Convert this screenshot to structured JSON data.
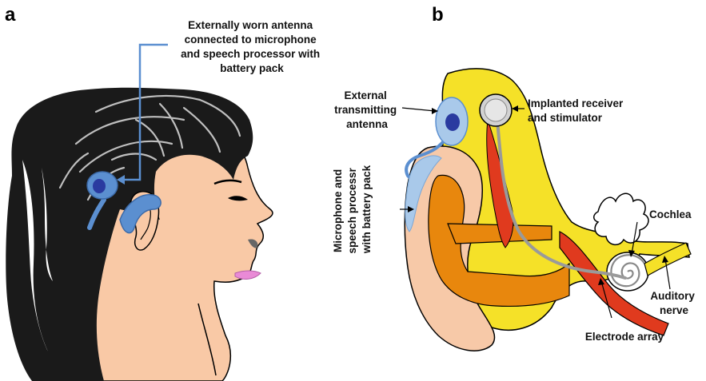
{
  "panels": {
    "a": {
      "letter": "a",
      "label_lines": [
        "Externally worn antenna",
        "connected to microphone",
        "and speech processor with",
        "battery pack"
      ]
    },
    "b": {
      "letter": "b",
      "external_antenna": [
        "External",
        "transmitting",
        "antenna"
      ],
      "receiver": [
        "Implanted receiver",
        "and stimulator"
      ],
      "microphone": [
        "Microphone and",
        "speech processr",
        "with battery pack"
      ],
      "cochlea": "Cochlea",
      "auditory_nerve": [
        "Auditory",
        "nerve"
      ],
      "electrode_array": "Electrode array"
    }
  },
  "colors": {
    "hair": "#1a1a1a",
    "hair_strands": "#bfbfbf",
    "skin": "#f9c9a6",
    "device_blue": "#5b8fd0",
    "antenna_dark": "#2a3aa0",
    "lips": "#e98ad6",
    "ear_yellow": "#f5e128",
    "ear_orange": "#e8870d",
    "ear_red": "#e03a1e",
    "ear_skin": "#f7c9a8",
    "light_blue": "#a9c9ea",
    "leader_blue": "#5b8fd0"
  }
}
